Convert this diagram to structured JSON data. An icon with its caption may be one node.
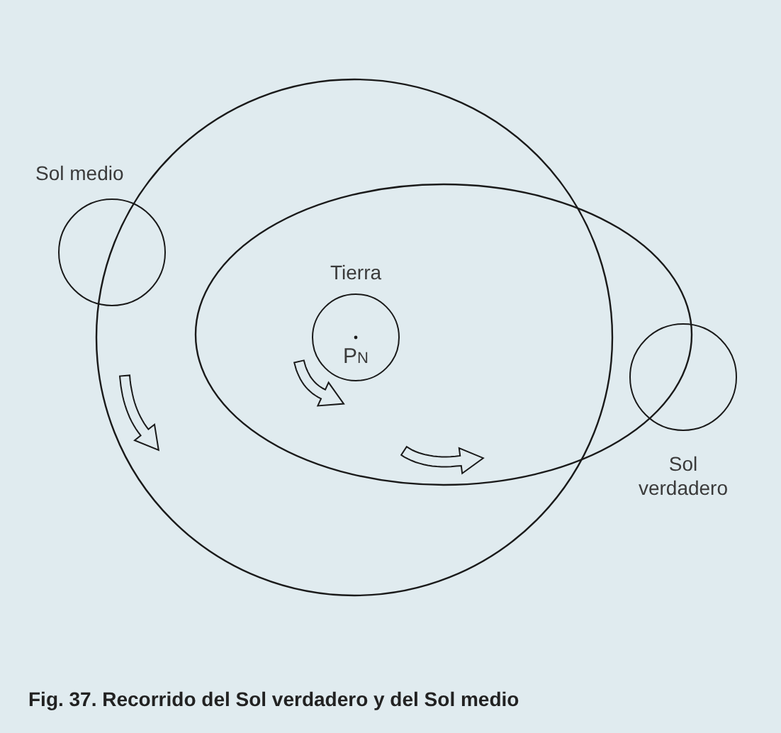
{
  "diagram": {
    "caption": "Fig. 37. Recorrido del Sol verdadero y del Sol medio",
    "nodes": [
      {
        "text": [
          "Sol medio"
        ]
      },
      {
        "text": [
          "Tierra",
          "PN"
        ]
      },
      {
        "text": [
          "Sol verdadero"
        ]
      }
    ]
  }
}
